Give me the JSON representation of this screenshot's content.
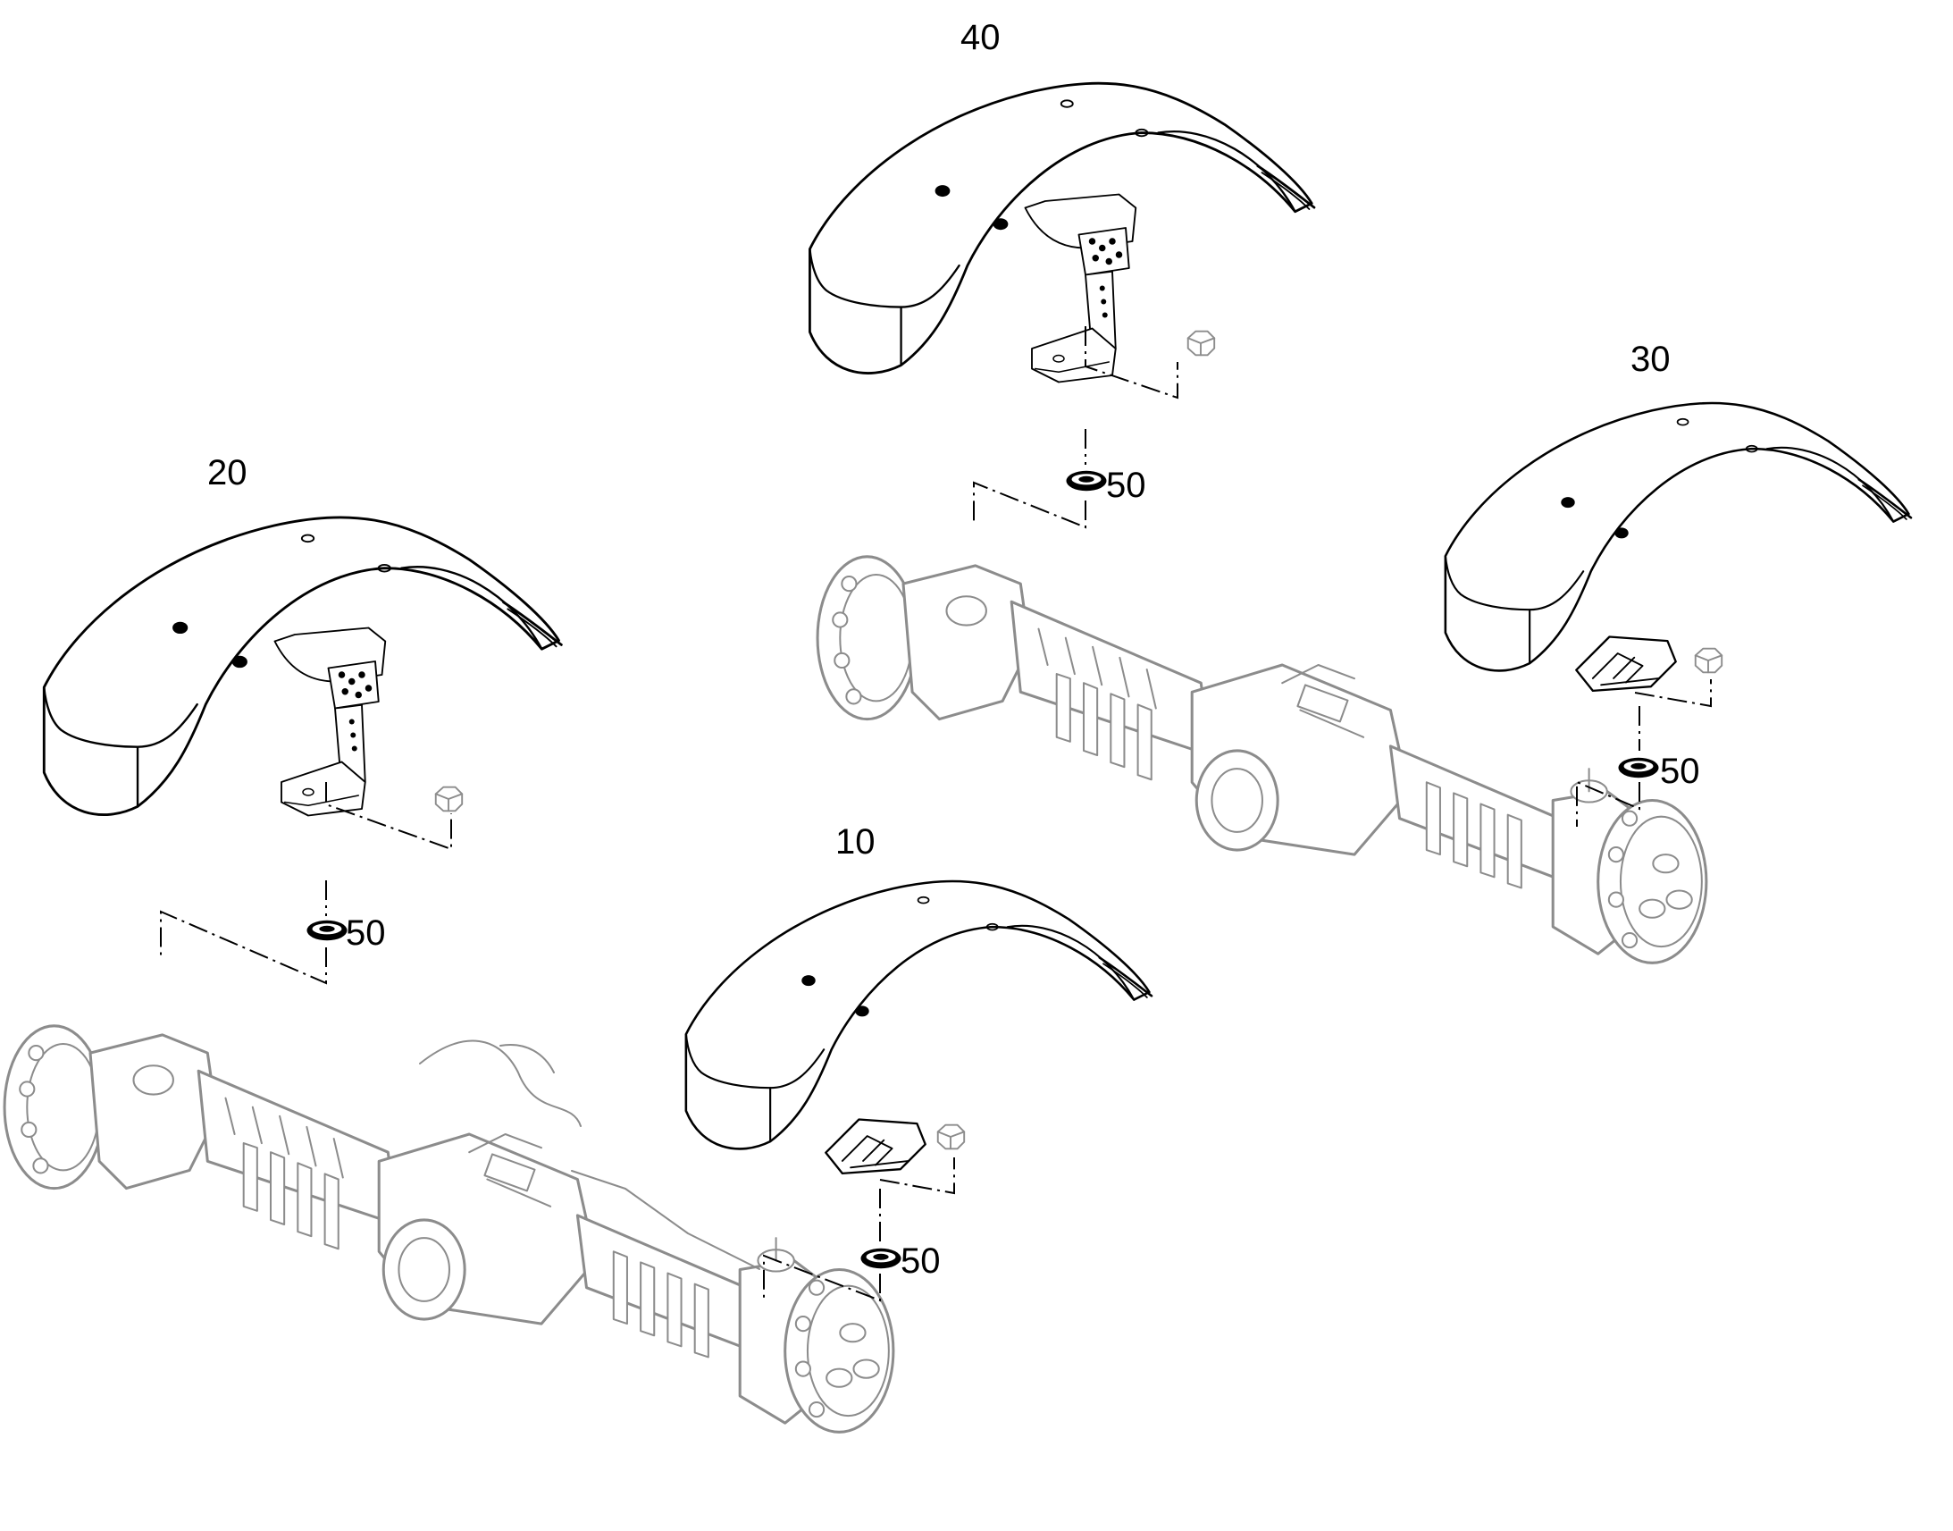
{
  "callouts": {
    "fender_10": "10",
    "fender_20": "20",
    "fender_30": "30",
    "fender_40": "40",
    "washer_a": "50",
    "washer_b": "50",
    "washer_c": "50",
    "washer_d": "50"
  },
  "colors": {
    "line": "#000000",
    "ghost_line": "#8c8c8c",
    "background": "#ffffff"
  }
}
